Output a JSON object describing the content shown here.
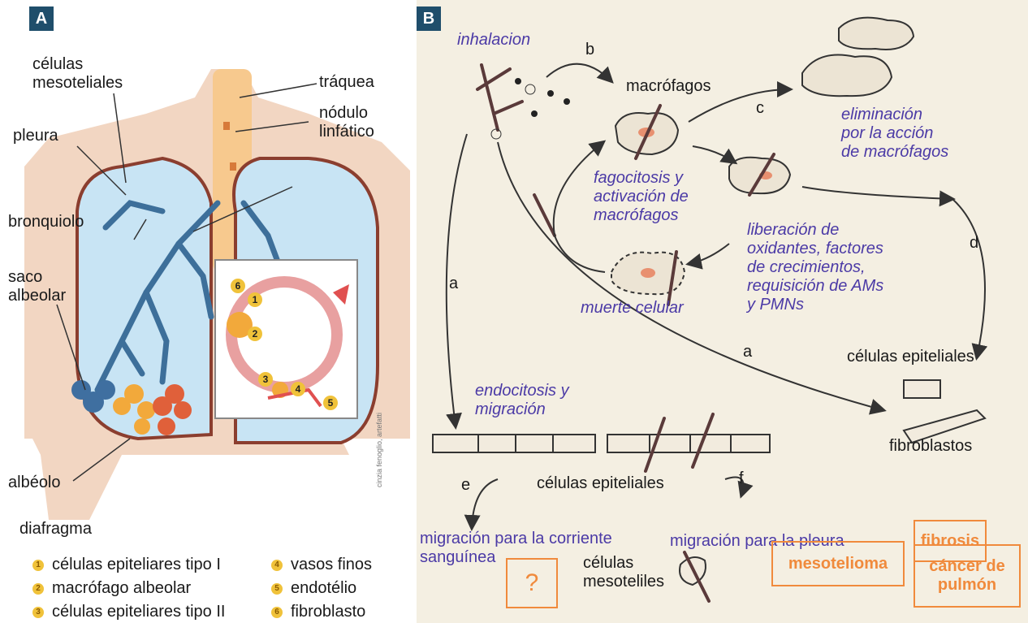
{
  "panel_a": {
    "badge": "A",
    "labels": {
      "celulas_mesoteliales": "células\nmesoteliales",
      "pleura": "pleura",
      "traquea": "tráquea",
      "nodulo": "nódulo\nlinfático",
      "bronquiolo": "bronquiolo",
      "saco": "saco\nalbeolar",
      "albeolo": "albéolo",
      "diafragma": "diafragma"
    },
    "inset_numbers": [
      "6",
      "1",
      "2",
      "3",
      "4",
      "5"
    ],
    "credit": "cinzia fenoglio, artefatti",
    "legend": [
      {
        "num": "1",
        "text": "células epiteliares tipo I"
      },
      {
        "num": "2",
        "text": "macrófago albeolar"
      },
      {
        "num": "3",
        "text": "células epiteliares tipo II"
      },
      {
        "num": "4",
        "text": "vasos finos"
      },
      {
        "num": "5",
        "text": "endotélio"
      },
      {
        "num": "6",
        "text": "fibroblasto"
      }
    ]
  },
  "panel_b": {
    "badge": "B",
    "inhalacion": "inhalacion",
    "letters": {
      "a1": "a",
      "a2": "a",
      "b": "b",
      "c": "c",
      "d": "d",
      "e": "e",
      "f": "f"
    },
    "macrofagos": "macrófagos",
    "eliminacion": "eliminación\npor la acción\nde macrófagos",
    "fagocitosis": "fagocitosis y\nactivación de\nmacrófagos",
    "liberacion": "liberación de\noxidantes, factores\nde crecimientos,\nrequisición de AMs\ny PMNs",
    "muerte": "muerte celular",
    "celulas_epiteliales_r": "células epiteliales",
    "fibroblastos": "fibroblastos",
    "endocitosis": "endocitosis y\nmigración",
    "celulas_epiteliales_c": "células epiteliales",
    "migracion_corriente": "migración para la corriente\nsanguínea",
    "migracion_pleura": "migración para la pleura",
    "mesoteliles": "células\nmesoteliles",
    "question": "?",
    "outcomes": {
      "fibrosis": "fibrosis",
      "mesotelioma": "mesotelioma",
      "cancer": "cáncer de\npulmón"
    }
  }
}
